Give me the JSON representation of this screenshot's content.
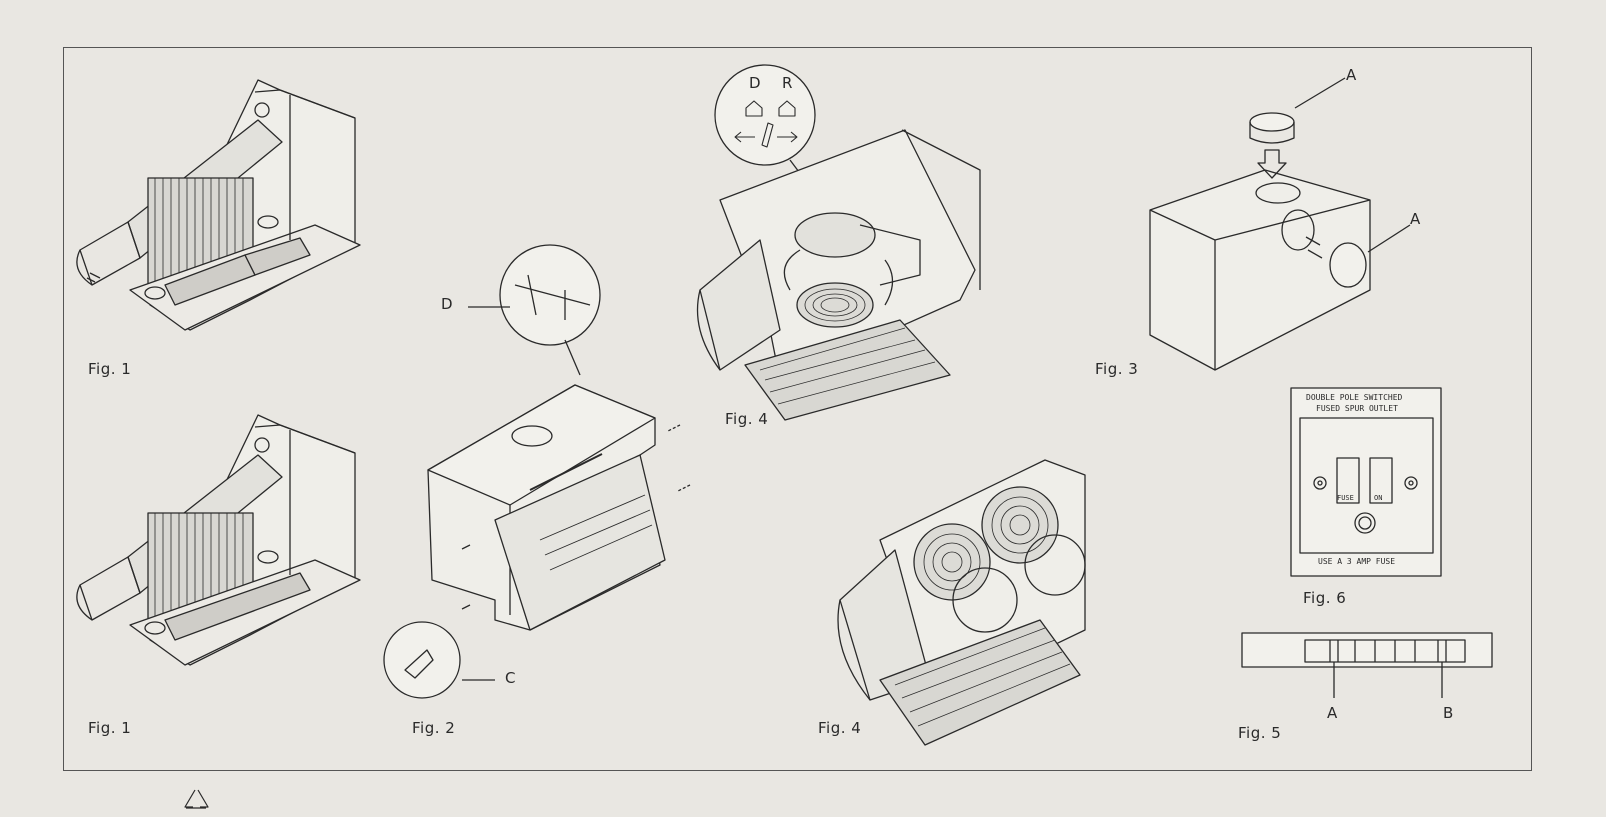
{
  "figures": {
    "fig1_top": "Fig. 1",
    "fig1_bottom": "Fig. 1",
    "fig2": "Fig. 2",
    "fig3": "Fig. 3",
    "fig4_top": "Fig. 4",
    "fig4_bottom": "Fig. 4",
    "fig5": "Fig. 5",
    "fig6": "Fig. 6"
  },
  "callouts": {
    "d_fig2": "D",
    "c_fig2": "C",
    "d_fig4": "D",
    "r_fig4": "R",
    "a_fig3_top": "A",
    "a_fig3_side": "A",
    "a_fig5": "A",
    "b_fig5": "B"
  },
  "outlet": {
    "line1": "DOUBLE POLE SWITCHED",
    "line2": "FUSED SPUR OUTLET",
    "fuse": "FUSE",
    "on": "ON",
    "note": "USE A 3 AMP FUSE"
  },
  "colors": {
    "ink": "#2a2a2a",
    "paper": "#e9e7e2"
  },
  "icons": [
    "recycle-icon",
    "house-down-icon",
    "house-up-icon",
    "arrow-left-icon",
    "arrow-right-icon"
  ]
}
